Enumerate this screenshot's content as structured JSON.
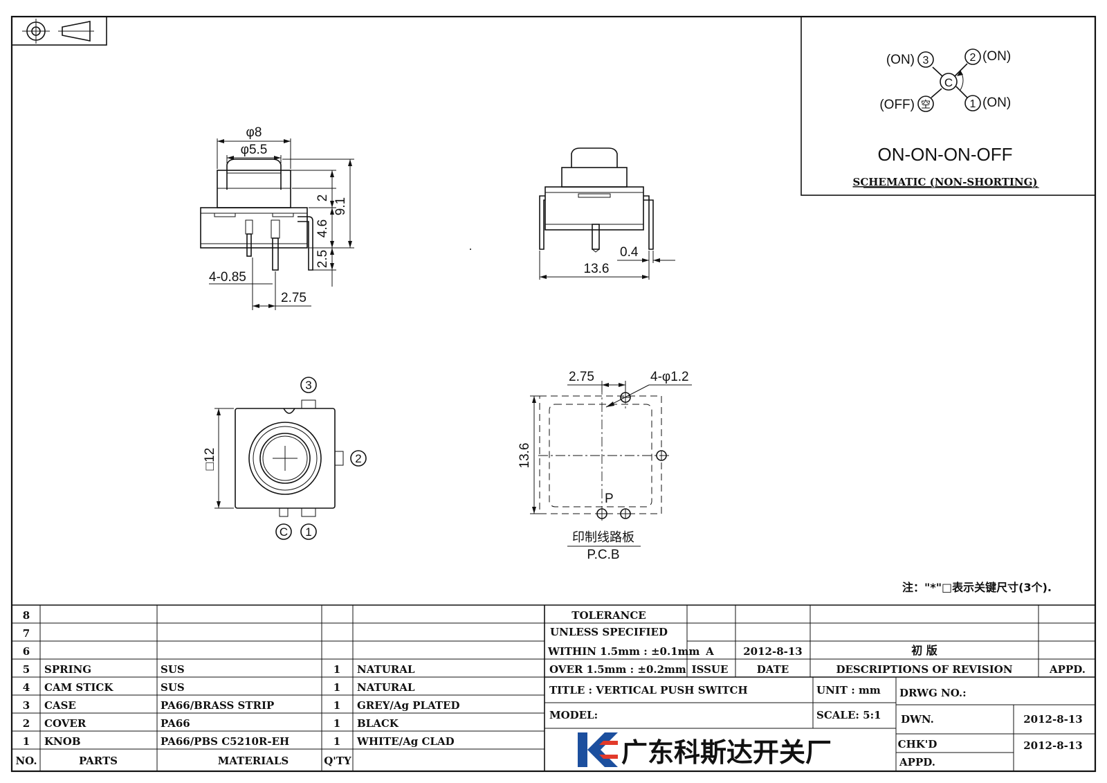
{
  "schematic": {
    "term3": "(ON)",
    "term2": "(ON)",
    "term1": "(ON)",
    "term_off": "(OFF)",
    "circ3": "3",
    "circ2": "2",
    "circ1": "1",
    "circ_c": "C",
    "circ_off": "空",
    "mode": "ON-ON-ON-OFF",
    "caption": "SCHEMATIC (NON-SHORTING)"
  },
  "front_view": {
    "d_outer": "φ8",
    "d_inner": "φ5.5",
    "h_2": "2",
    "h_total": "9.1",
    "h_body": "4.6",
    "h_pin": "2.5",
    "pin_dia": "4-0.85",
    "pin_pitch": "2.75"
  },
  "side_view": {
    "thickness": "0.4",
    "width": "13.6"
  },
  "top_view": {
    "size": "□12",
    "circ3": "3",
    "circ2": "2",
    "circ1": "1",
    "circ_c": "C"
  },
  "pcb_view": {
    "pitch": "2.75",
    "holes": "4-φ1.2",
    "size": "13.6",
    "p_label": "P",
    "cn": "印制线路板",
    "en": "P.C.B"
  },
  "note": "注：\"*\"□表示关键尺寸(3个).",
  "parts_table": {
    "header": {
      "no": "NO.",
      "parts": "PARTS",
      "materials": "MATERIALS",
      "qty": "Q'TY",
      "finish": ""
    },
    "rows": [
      {
        "no": "8",
        "part": "",
        "material": "",
        "qty": "",
        "finish": ""
      },
      {
        "no": "7",
        "part": "",
        "material": "",
        "qty": "",
        "finish": ""
      },
      {
        "no": "6",
        "part": "",
        "material": "",
        "qty": "",
        "finish": ""
      },
      {
        "no": "5",
        "part": "SPRING",
        "material": "SUS",
        "qty": "1",
        "finish": "NATURAL"
      },
      {
        "no": "4",
        "part": "CAM STICK",
        "material": "SUS",
        "qty": "1",
        "finish": "NATURAL"
      },
      {
        "no": "3",
        "part": "CASE",
        "material": "PA66/BRASS STRIP",
        "qty": "1",
        "finish": "GREY/Ag PLATED"
      },
      {
        "no": "2",
        "part": "COVER",
        "material": "PA66",
        "qty": "1",
        "finish": "BLACK"
      },
      {
        "no": "1",
        "part": "KNOB",
        "material": "PA66/PBS C5210R-EH",
        "qty": "1",
        "finish": "WHITE/Ag CLAD"
      }
    ]
  },
  "title_block": {
    "tolerance_1": "TOLERANCE",
    "tolerance_2": "UNLESS SPECIFIED",
    "within": "WITHIN 1.5mm : ±0.1mm",
    "over": "OVER 1.5mm : ±0.2mm",
    "issue_label": "ISSUE",
    "issue_value": "A",
    "date_label": "DATE",
    "date_value": "2012-8-13",
    "desc_label": "DESCRIPTIONS OF REVISION",
    "desc_value": "初 版",
    "appd_label": "APPD.",
    "title": "TITLE : VERTICAL PUSH SWITCH",
    "unit": "UNIT : mm",
    "drwg_no": "DRWG NO.:",
    "model": "MODEL:",
    "scale": "SCALE: 5:1",
    "dwn": "DWN.",
    "dwn_date": "2012-8-13",
    "chkd": "CHK'D",
    "chkd_date": "2012-8-13",
    "appd": "APPD.",
    "company": "广东科斯达开关厂"
  }
}
